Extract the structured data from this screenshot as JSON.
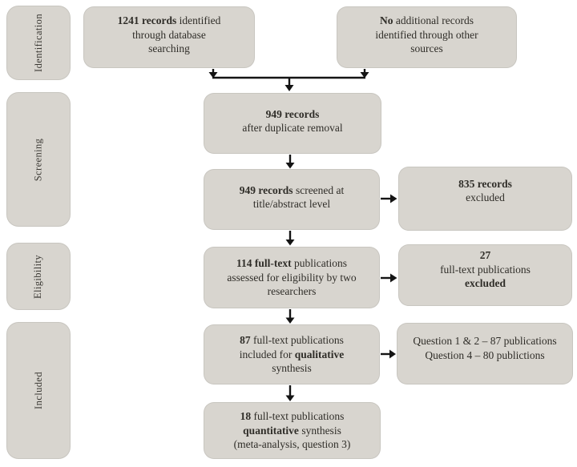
{
  "colors": {
    "background": "#ffffff",
    "box_fill": "#d8d5cf",
    "text": "#2f2d28",
    "arrow": "#141414"
  },
  "sidebar": {
    "stages": [
      {
        "label": "Identification"
      },
      {
        "label": "Screening"
      },
      {
        "label": "Eligibility"
      },
      {
        "label": "Included"
      }
    ]
  },
  "flow": {
    "identified_db": {
      "lines": [
        {
          "pre": "",
          "bold": "1241 records",
          "post": " identified"
        },
        {
          "pre": "through database",
          "bold": "",
          "post": ""
        },
        {
          "pre": "searching",
          "bold": "",
          "post": ""
        }
      ]
    },
    "identified_other": {
      "lines": [
        {
          "pre": "",
          "bold": "No",
          "post": " additional records"
        },
        {
          "pre": "identified through other",
          "bold": "",
          "post": ""
        },
        {
          "pre": "sources",
          "bold": "",
          "post": ""
        }
      ]
    },
    "after_dedup": {
      "lines": [
        {
          "pre": "",
          "bold": "949 records",
          "post": ""
        },
        {
          "pre": "after duplicate removal",
          "bold": "",
          "post": ""
        }
      ]
    },
    "screened": {
      "lines": [
        {
          "pre": "",
          "bold": "949 records",
          "post": " screened at"
        },
        {
          "pre": "title/abstract level",
          "bold": "",
          "post": ""
        }
      ]
    },
    "records_excluded": {
      "lines": [
        {
          "pre": "",
          "bold": "835 records",
          "post": ""
        },
        {
          "pre": "excluded",
          "bold": "",
          "post": ""
        }
      ]
    },
    "fulltext_assessed": {
      "lines": [
        {
          "pre": "",
          "bold": "114 full-text",
          "post": " publications"
        },
        {
          "pre": "assessed for eligibility by two",
          "bold": "",
          "post": ""
        },
        {
          "pre": "researchers",
          "bold": "",
          "post": ""
        }
      ]
    },
    "fulltext_excluded": {
      "lines": [
        {
          "pre": "",
          "bold": "27",
          "post": ""
        },
        {
          "pre": "full-text publications",
          "bold": "",
          "post": ""
        },
        {
          "pre": "",
          "bold": "excluded",
          "post": ""
        }
      ]
    },
    "qualitative": {
      "lines": [
        {
          "pre": "",
          "bold": "87",
          "post": " full-text publications"
        },
        {
          "pre": "included for ",
          "bold": "qualitative",
          "post": ""
        },
        {
          "pre": "synthesis",
          "bold": "",
          "post": ""
        }
      ]
    },
    "questions": {
      "lines": [
        {
          "pre": "Question 1 & 2 – 87 publications",
          "bold": "",
          "post": ""
        },
        {
          "pre": "Question 4 – 80 publictions",
          "bold": "",
          "post": ""
        }
      ]
    },
    "quantitative": {
      "lines": [
        {
          "pre": "",
          "bold": "18",
          "post": " full-text publications"
        },
        {
          "pre": "",
          "bold": "quantitative",
          "post": " synthesis"
        },
        {
          "pre": "(meta-analysis, question 3)",
          "bold": "",
          "post": ""
        }
      ]
    }
  }
}
